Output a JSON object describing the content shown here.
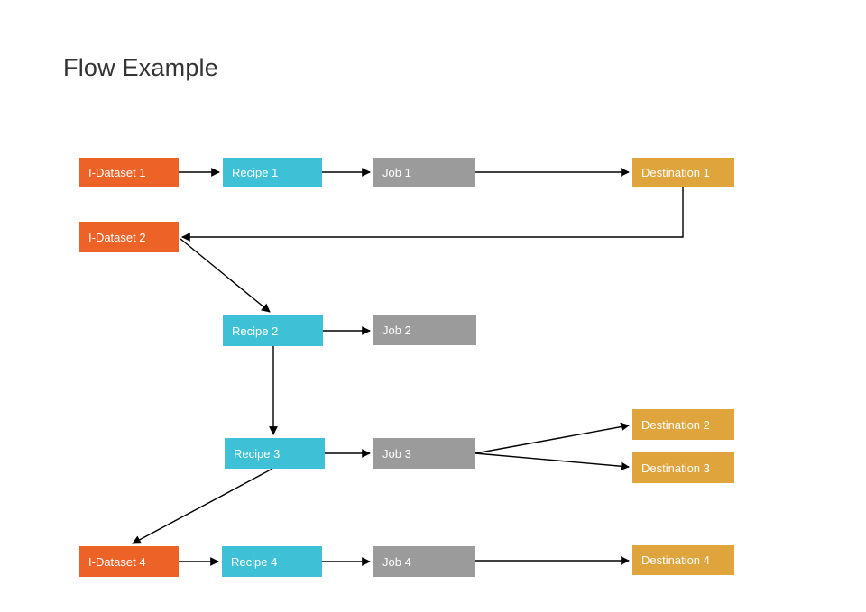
{
  "title": "Flow Example",
  "colors": {
    "dataset": "#ED6227",
    "recipe": "#3EC0D6",
    "job": "#9B9B9B",
    "destination": "#E0A43C",
    "edge": "#000000",
    "title_text": "#333333",
    "node_text": "#FFFFFF"
  },
  "nodes": [
    {
      "id": "i-dataset-1",
      "label": "I-Dataset 1",
      "type": "dataset"
    },
    {
      "id": "recipe-1",
      "label": "Recipe 1",
      "type": "recipe"
    },
    {
      "id": "job-1",
      "label": "Job 1",
      "type": "job"
    },
    {
      "id": "destination-1",
      "label": "Destination 1",
      "type": "destination"
    },
    {
      "id": "i-dataset-2",
      "label": "I-Dataset 2",
      "type": "dataset"
    },
    {
      "id": "recipe-2",
      "label": "Recipe 2",
      "type": "recipe"
    },
    {
      "id": "job-2",
      "label": "Job 2",
      "type": "job"
    },
    {
      "id": "recipe-3",
      "label": "Recipe 3",
      "type": "recipe"
    },
    {
      "id": "job-3",
      "label": "Job 3",
      "type": "job"
    },
    {
      "id": "destination-2",
      "label": "Destination 2",
      "type": "destination"
    },
    {
      "id": "destination-3",
      "label": "Destination 3",
      "type": "destination"
    },
    {
      "id": "i-dataset-4",
      "label": "I-Dataset 4",
      "type": "dataset"
    },
    {
      "id": "recipe-4",
      "label": "Recipe 4",
      "type": "recipe"
    },
    {
      "id": "job-4",
      "label": "Job 4",
      "type": "job"
    },
    {
      "id": "destination-4",
      "label": "Destination 4",
      "type": "destination"
    }
  ],
  "edges": [
    {
      "from": "I-Dataset 1",
      "to": "Recipe 1"
    },
    {
      "from": "Recipe 1",
      "to": "Job 1"
    },
    {
      "from": "Job 1",
      "to": "Destination 1"
    },
    {
      "from": "Destination 1",
      "to": "I-Dataset 2"
    },
    {
      "from": "I-Dataset 2",
      "to": "Recipe 2"
    },
    {
      "from": "Recipe 2",
      "to": "Job 2"
    },
    {
      "from": "Recipe 2",
      "to": "Recipe 3"
    },
    {
      "from": "Recipe 3",
      "to": "Job 3"
    },
    {
      "from": "Job 3",
      "to": "Destination 2"
    },
    {
      "from": "Job 3",
      "to": "Destination 3"
    },
    {
      "from": "Recipe 3",
      "to": "I-Dataset 4"
    },
    {
      "from": "I-Dataset 4",
      "to": "Recipe 4"
    },
    {
      "from": "Recipe 4",
      "to": "Job 4"
    },
    {
      "from": "Job 4",
      "to": "Destination 4"
    }
  ]
}
